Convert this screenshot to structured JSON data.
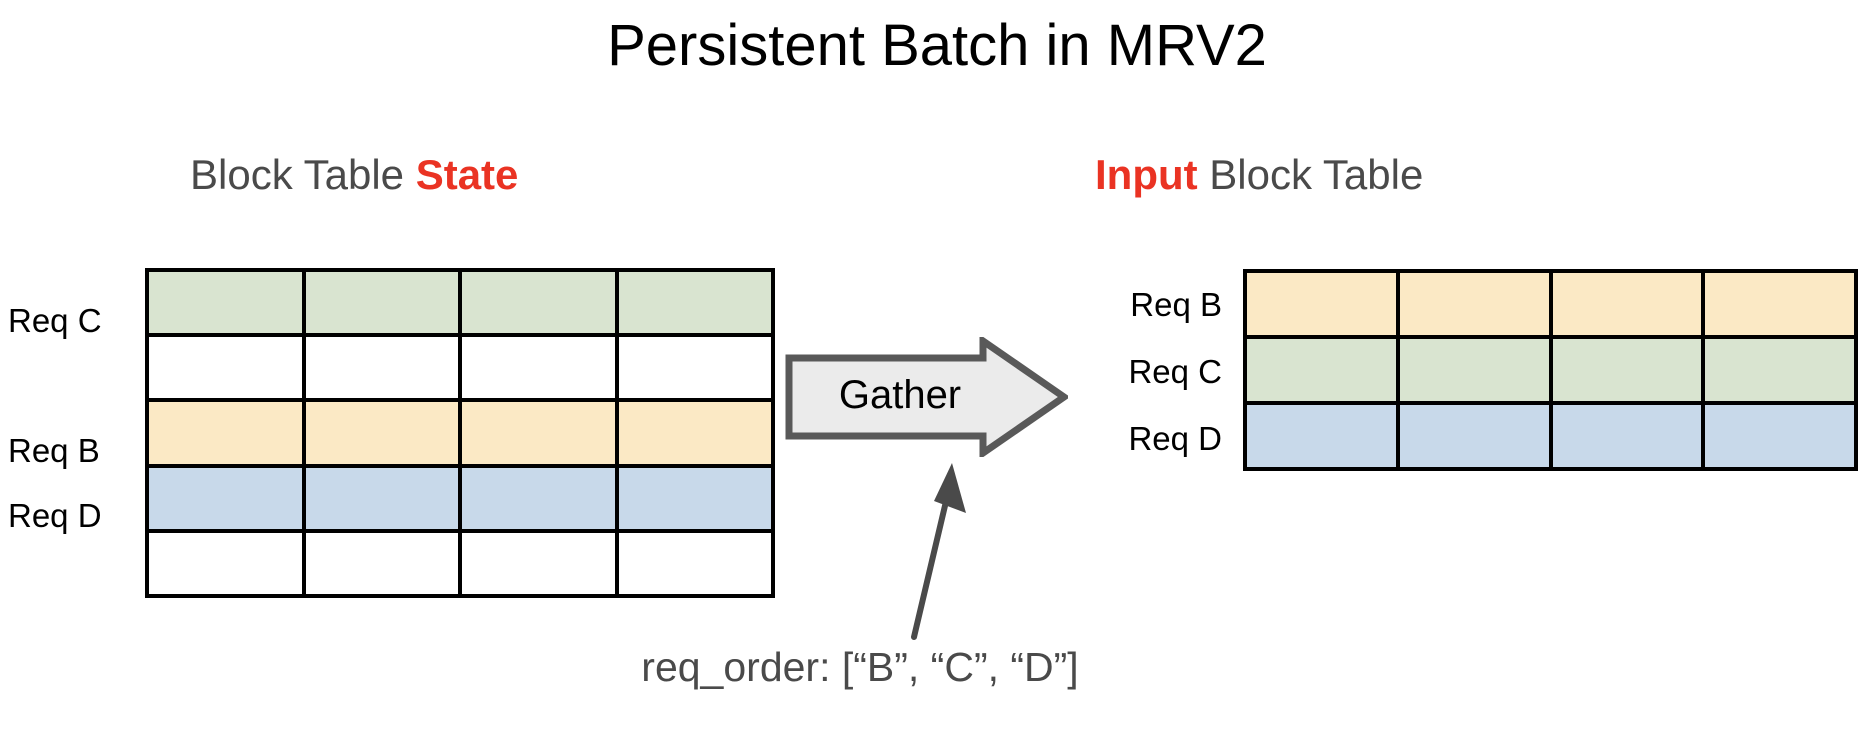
{
  "title": "Persistent Batch in MRV2",
  "headings": {
    "left": {
      "prefix": "Block Table ",
      "accent": "State",
      "suffix": ""
    },
    "right": {
      "prefix": "",
      "accent": "Input",
      "suffix": " Block Table"
    }
  },
  "colors": {
    "accent_red": "#ea3323",
    "heading_gray": "#4a4a4a",
    "green": "#d9e4d0",
    "yellow": "#fbe9c5",
    "blue": "#c8d9ea",
    "empty": "#ffffff",
    "grid_line": "#000000",
    "arrow_fill": "#ebebeb",
    "arrow_stroke": "#595959",
    "pointer": "#4a4a4a"
  },
  "block_table_state": {
    "columns": 4,
    "rows": 5,
    "row_labels": [
      "Req C",
      "",
      "Req B",
      "Req D",
      ""
    ],
    "row_colors": [
      "#d9e4d0",
      "#ffffff",
      "#fbe9c5",
      "#c8d9ea",
      "#ffffff"
    ]
  },
  "input_block_table": {
    "columns": 4,
    "rows": 3,
    "row_labels": [
      "Req B",
      "Req C",
      "Req D"
    ],
    "row_colors": [
      "#fbe9c5",
      "#d9e4d0",
      "#c8d9ea"
    ]
  },
  "gather": {
    "label": "Gather"
  },
  "caption": "req_order: [“B”, “C”, “D”]"
}
